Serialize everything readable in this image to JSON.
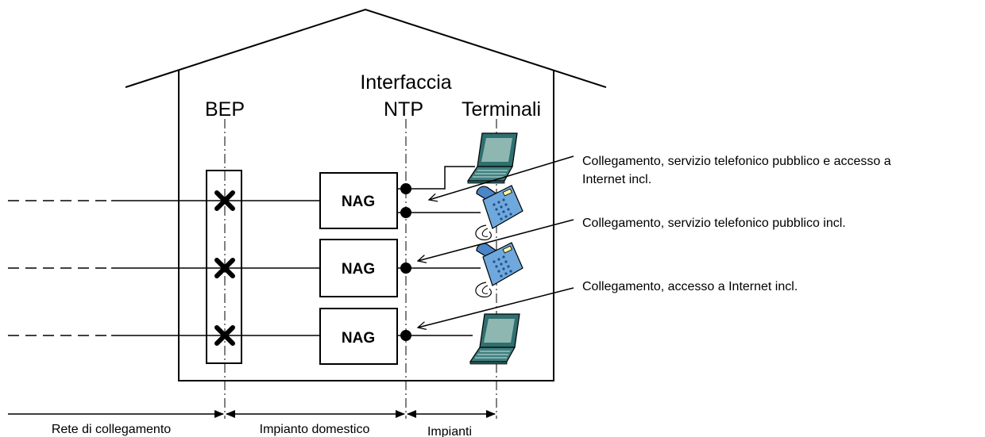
{
  "labels": {
    "bep": "BEP",
    "interface_line1": "Interfaccia",
    "interface_line2": "NTP",
    "terminals": "Terminali"
  },
  "nag_boxes": [
    {
      "label": "NAG"
    },
    {
      "label": "NAG"
    },
    {
      "label": "NAG"
    }
  ],
  "annotations": [
    {
      "line1": "Collegamento, servizio telefonico pubblico e accesso a",
      "line2": "Internet incl."
    },
    {
      "line1": "Collegamento, servizio telefonico pubblico incl.",
      "line2": ""
    },
    {
      "line1": "Collegamento, accesso a Internet incl.",
      "line2": ""
    }
  ],
  "dimensions": {
    "network": "Rete di collegamento",
    "domestic": "Impianto domestico",
    "installations": "Impianti"
  },
  "icons": {
    "bep_junction": "x-mark-icon",
    "terminal_laptop": "laptop-icon",
    "terminal_phone": "telephone-icon"
  },
  "colors": {
    "line": "#000000",
    "device_body": "#5b9bd5",
    "laptop_screen": "#2f6f6f"
  }
}
